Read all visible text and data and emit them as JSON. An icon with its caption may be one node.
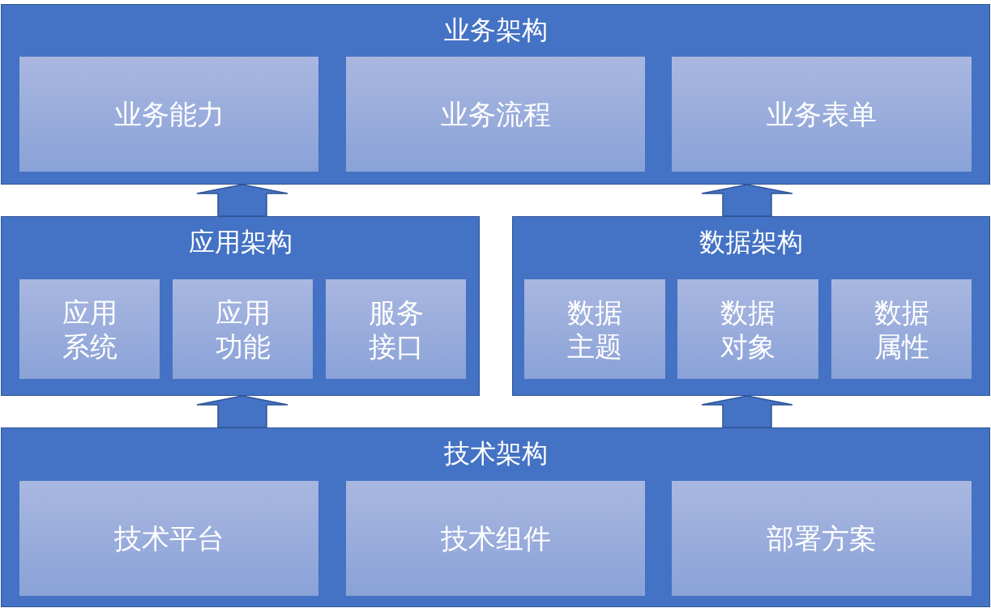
{
  "diagram": {
    "nodes": [
      {
        "text": [
          "业务架构"
        ]
      },
      {
        "text": [
          "业务能力"
        ],
        "in": 0
      },
      {
        "text": [
          "业务流程"
        ],
        "in": 0
      },
      {
        "text": [
          "业务表单"
        ],
        "in": 0
      },
      {
        "text": [
          "应用架构"
        ]
      },
      {
        "text": [
          "应用系统"
        ],
        "in": 4
      },
      {
        "text": [
          "应用功能"
        ],
        "in": 4
      },
      {
        "text": [
          "服务接口"
        ],
        "in": 4
      },
      {
        "text": [
          "数据架构"
        ]
      },
      {
        "text": [
          "数据主题"
        ],
        "in": 8
      },
      {
        "text": [
          "数据对象"
        ],
        "in": 8
      },
      {
        "text": [
          "数据属性"
        ],
        "in": 8
      },
      {
        "text": [
          "技术架构"
        ]
      },
      {
        "text": [
          "技术平台"
        ],
        "in": 12
      },
      {
        "text": [
          "技术组件"
        ],
        "in": 12
      },
      {
        "text": [
          "部署方案"
        ],
        "in": 12
      }
    ],
    "edges": [
      {
        "from": 4,
        "to": 0,
        "arrow": "to"
      },
      {
        "from": 8,
        "to": 0,
        "arrow": "to"
      },
      {
        "from": 12,
        "to": 4,
        "arrow": "to"
      },
      {
        "from": 12,
        "to": 8,
        "arrow": "to"
      }
    ]
  }
}
